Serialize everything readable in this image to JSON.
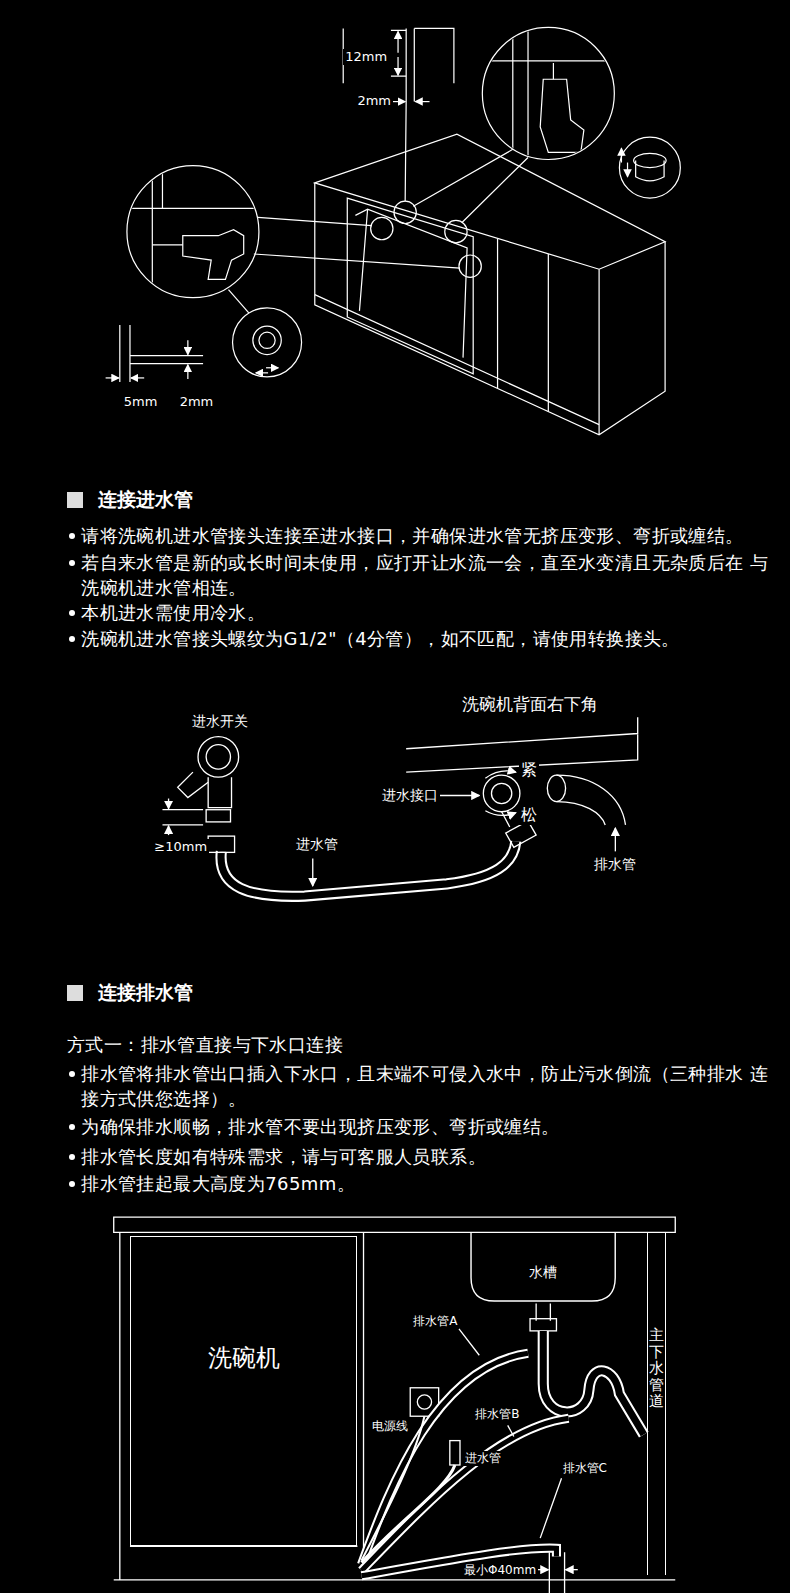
{
  "diagram": {
    "nodes": [
      {
        "text": [
          "洗碗机"
        ]
      },
      {
        "text": [
          "水槽"
        ]
      },
      {
        "text": [
          "主下水管道"
        ]
      }
    ],
    "labels": [
      "12mm",
      "2mm",
      "5mm",
      "2mm",
      "连接进水管",
      "请将洗碗机进水管接头连接至进水接口，并确保进水管无挤压变形、弯折或缠结。",
      "若自来水管是新的或长时间未使用，应打开让水流一会，直至水变清且无杂质后在 与洗碗机进水管相连。",
      "本机进水需使用冷水。",
      "洗碗机进水管接头螺纹为G1/2\"（4分管），如不匹配，请使用转换接头。",
      "进水开关",
      "洗碗机背面右下角",
      "紧",
      "进水接口",
      "松",
      "≥10mm",
      "进水管",
      "排水管",
      "连接排水管",
      "方式一：排水管直接与下水口连接",
      "排水管将排水管出口插入下水口，且末端不可侵入水中，防止污水倒流（三种排水 连接方式供您选择）。",
      "为确保排水顺畅，排水管不要出现挤压变形、弯折或缠结。",
      "排水管长度如有特殊需求，请与可客服人员联系。",
      "排水管挂起最大高度为765mm。",
      "排水管A",
      "电源线",
      "排水管B",
      "进水管",
      "排水管C",
      "最小Φ40mm"
    ]
  }
}
